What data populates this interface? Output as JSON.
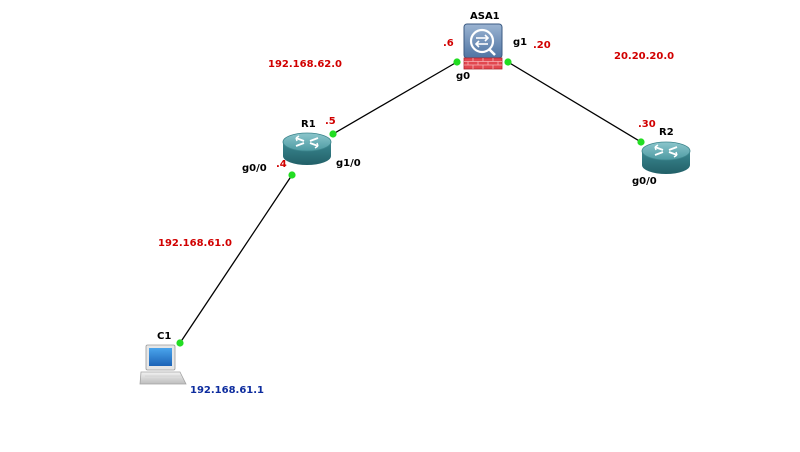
{
  "colors": {
    "background": "#ffffff",
    "link": "#000000",
    "port_dot": "#22dd22",
    "address_text": "#d10000",
    "host_ip_text": "#0d2c9e",
    "router_body": "#3e8c93",
    "firewall_stripe": "#e2474f"
  },
  "devices": {
    "asa1": {
      "name": "ASA1",
      "icon": "firewall-icon"
    },
    "r1": {
      "name": "R1",
      "icon": "router-icon"
    },
    "r2": {
      "name": "R2",
      "icon": "router-icon"
    },
    "c1": {
      "name": "C1",
      "icon": "laptop-icon"
    }
  },
  "interfaces": {
    "asa1_g0": "g0",
    "asa1_g1": "g1",
    "r1_g1_0": "g1/0",
    "r1_g0_0": "g0/0",
    "r2_g0_0": "g0/0"
  },
  "host_octets": {
    "asa1_g0": ".6",
    "asa1_g1": ".20",
    "r1_g1_0": ".5",
    "r1_g0_0": ".4",
    "r2_g0_0": ".30"
  },
  "networks": {
    "r1_asa1": "192.168.62.0",
    "asa1_r2": "20.20.20.0",
    "c1_r1": "192.168.61.0"
  },
  "host_ip": {
    "c1": "192.168.61.1"
  },
  "links": [
    {
      "from": "r1",
      "to": "asa1"
    },
    {
      "from": "asa1",
      "to": "r2"
    },
    {
      "from": "c1",
      "to": "r1"
    }
  ]
}
